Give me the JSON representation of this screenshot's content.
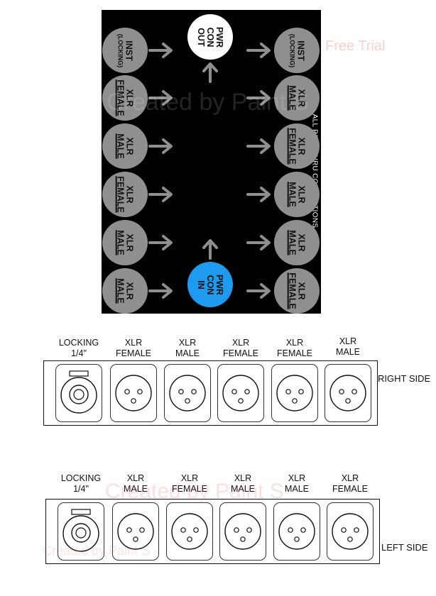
{
  "diagram": {
    "left_column": [
      {
        "line1": "INST",
        "line2": "(LOCKING)",
        "underline": false
      },
      {
        "line1": "XLR",
        "line2": "FEMALE",
        "underline": true
      },
      {
        "line1": "XLR",
        "line2": "MALE",
        "underline": true
      },
      {
        "line1": "XLR",
        "line2": "FEMALE",
        "underline": true
      },
      {
        "line1": "XLR",
        "line2": "MALE",
        "underline": true
      },
      {
        "line1": "XLR",
        "line2": "MALE",
        "underline": true
      }
    ],
    "right_column": [
      {
        "line1": "INST",
        "line2": "(LOCKING)",
        "underline": false
      },
      {
        "line1": "XLR",
        "line2": "MALE",
        "underline": true
      },
      {
        "line1": "XLR",
        "line2": "FEMALE",
        "underline": true
      },
      {
        "line1": "XLR",
        "line2": "MALE",
        "underline": true
      },
      {
        "line1": "XLR",
        "line2": "MALE",
        "underline": true
      },
      {
        "line1": "XLR",
        "line2": "FEMALE",
        "underline": true
      }
    ],
    "power_out": {
      "line1": "PWR",
      "line2": "CON",
      "line3": "OUT"
    },
    "power_in": {
      "line1": "PWR",
      "line2": "CON",
      "line3": "IN"
    },
    "center_text": "ALL PASS THRU CONNECTIONS",
    "colors": {
      "background": "#000000",
      "node": "#8f8f8f",
      "power_out": "#ffffff",
      "power_in": "#1e9bf0",
      "arrow": "#8f8f8f"
    }
  },
  "right_side": {
    "title": "RIGHT SIDE",
    "ports": [
      {
        "line1": "LOCKING",
        "line2": "1/4\"",
        "type": "locking"
      },
      {
        "line1": "XLR",
        "line2": "FEMALE",
        "type": "xlr"
      },
      {
        "line1": "XLR",
        "line2": "MALE",
        "type": "xlr"
      },
      {
        "line1": "XLR",
        "line2": "FEMALE",
        "type": "xlr"
      },
      {
        "line1": "XLR",
        "line2": "FEMALE",
        "type": "xlr"
      },
      {
        "line1": "XLR",
        "line2": "MALE",
        "type": "xlr"
      }
    ]
  },
  "left_side": {
    "title": "LEFT SIDE",
    "ports": [
      {
        "line1": "LOCKING",
        "line2": "1/4\"",
        "type": "locking"
      },
      {
        "line1": "XLR",
        "line2": "MALE",
        "type": "xlr"
      },
      {
        "line1": "XLR",
        "line2": "FEMALE",
        "type": "xlr"
      },
      {
        "line1": "XLR",
        "line2": "MALE",
        "type": "xlr"
      },
      {
        "line1": "XLR",
        "line2": "MALE",
        "type": "xlr"
      },
      {
        "line1": "XLR",
        "line2": "FEMALE",
        "type": "xlr"
      }
    ]
  },
  "watermark": {
    "text1": "Free Trial",
    "text2": "Created by Paint S",
    "text3": "Created",
    "text4": "Created by Paint S",
    "text5": "Created by Paint S"
  }
}
